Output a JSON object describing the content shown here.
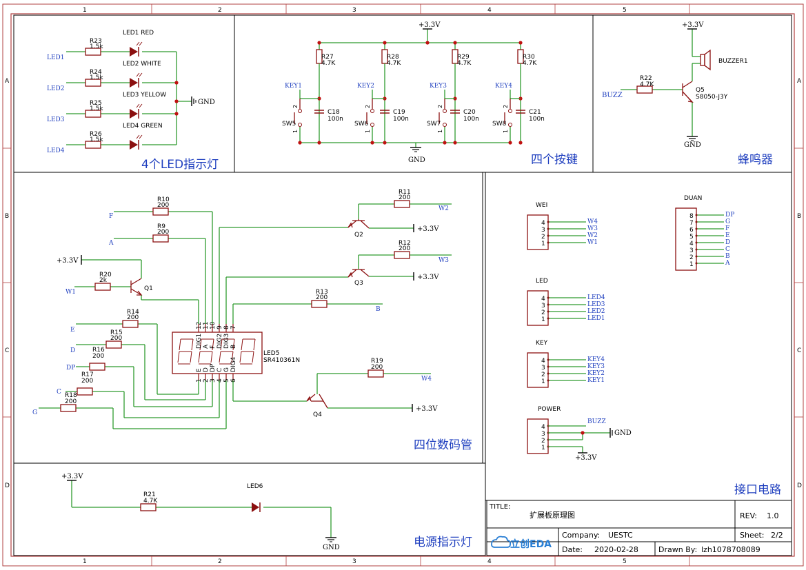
{
  "zones": {
    "cols": [
      "1",
      "2",
      "3",
      "4",
      "5"
    ],
    "rows": [
      "A",
      "B",
      "C",
      "D"
    ]
  },
  "sections": {
    "led": "4个LED指示灯",
    "keys": "四个按键",
    "buzzer": "蜂鸣器",
    "display": "四位数码管",
    "interface": "接口电路",
    "power": "电源指示灯"
  },
  "power": {
    "vcc": "+3.3V",
    "gnd": "GND"
  },
  "led_section": {
    "resistors": [
      {
        "name": "R23",
        "value": "1.5k",
        "net": "LED1",
        "led": "LED1 RED"
      },
      {
        "name": "R24",
        "value": "1.5k",
        "net": "LED2",
        "led": "LED2 WHITE"
      },
      {
        "name": "R25",
        "value": "1.5k",
        "net": "LED3",
        "led": "LED3 YELLOW"
      },
      {
        "name": "R26",
        "value": "1.5k",
        "net": "LED4",
        "led": "LED4  GREEN"
      }
    ]
  },
  "key_section": {
    "keys": [
      {
        "r": "R27",
        "rv": "4.7K",
        "net": "KEY1",
        "cap": "C18",
        "cv": "100n",
        "sw": "SW5"
      },
      {
        "r": "R28",
        "rv": "4.7K",
        "net": "KEY2",
        "cap": "C19",
        "cv": "100n",
        "sw": "SW6"
      },
      {
        "r": "R29",
        "rv": "4.7K",
        "net": "KEY3",
        "cap": "C20",
        "cv": "100n",
        "sw": "SW7"
      },
      {
        "r": "R30",
        "rv": "4.7K",
        "net": "KEY4",
        "cap": "C21",
        "cv": "100n",
        "sw": "SW8"
      }
    ]
  },
  "buzzer_section": {
    "buzzer": "BUZZER1",
    "r": "R22",
    "rv": "4.7K",
    "net": "BUZZ",
    "q": "Q5",
    "qpart": "S8050-J3Y"
  },
  "display_section": {
    "r10": {
      "name": "R10",
      "value": "200",
      "net": "F"
    },
    "r9": {
      "name": "R9",
      "value": "200",
      "net": "A"
    },
    "r20": {
      "name": "R20",
      "value": "2k",
      "net": "W1"
    },
    "q1": "Q1",
    "q2": "Q2",
    "q3": "Q3",
    "q4": "Q4",
    "r11": {
      "name": "R11",
      "value": "200",
      "net": "W2"
    },
    "r12": {
      "name": "R12",
      "value": "200",
      "net": "W3"
    },
    "r13": {
      "name": "R13",
      "value": "200",
      "net": "B"
    },
    "r14": {
      "name": "R14",
      "value": "200",
      "net": "E"
    },
    "r15": {
      "name": "R15",
      "value": "200",
      "net": "D"
    },
    "r16": {
      "name": "R16",
      "value": "200",
      "net": "DP"
    },
    "r17": {
      "name": "R17",
      "value": "200",
      "net": "C"
    },
    "r18": {
      "name": "R18",
      "value": "200",
      "net": "G"
    },
    "r19": {
      "name": "R19",
      "value": "200",
      "net": "W4"
    },
    "led5": "LED5",
    "led5part": "SR410361N",
    "top_pins": [
      "12",
      "11",
      "10",
      "9",
      "8",
      "7"
    ],
    "top_names": [
      "DIG1",
      "A",
      "F",
      "DIG2",
      "DIG3",
      "B"
    ],
    "bottom_pins": [
      "1",
      "2",
      "3",
      "4",
      "5",
      "6"
    ],
    "bottom_names": [
      "E",
      "D",
      "DP",
      "C",
      "G",
      "DIG4"
    ]
  },
  "interface_section": {
    "wei": {
      "title": "WEI",
      "pins": [
        "4",
        "3",
        "2",
        "1"
      ],
      "nets": [
        "W4",
        "W3",
        "W2",
        "W1"
      ]
    },
    "led": {
      "title": "LED",
      "pins": [
        "4",
        "3",
        "2",
        "1"
      ],
      "nets": [
        "LED4",
        "LED3",
        "LED2",
        "LED1"
      ]
    },
    "key": {
      "title": "KEY",
      "pins": [
        "4",
        "3",
        "2",
        "1"
      ],
      "nets": [
        "KEY4",
        "KEY3",
        "KEY2",
        "KEY1"
      ]
    },
    "pwr": {
      "title": "POWER",
      "pins": [
        "4",
        "3",
        "2",
        "1"
      ],
      "nets": [
        "BUZZ"
      ]
    },
    "duan": {
      "title": "DUAN",
      "pins": [
        "8",
        "7",
        "6",
        "5",
        "4",
        "3",
        "2",
        "1"
      ],
      "nets": [
        "DP",
        "G",
        "F",
        "E",
        "D",
        "C",
        "B",
        "A"
      ]
    }
  },
  "power_led": {
    "r": "R21",
    "rv": "4.7K",
    "led": "LED6"
  },
  "title_block": {
    "title_label": "TITLE:",
    "title": "扩展板原理图",
    "rev_label": "REV:",
    "rev": "1.0",
    "company_label": "Company:",
    "company": "UESTC",
    "sheet_label": "Sheet:",
    "sheet": "2/2",
    "date_label": "Date:",
    "date": "2020-02-28",
    "drawn_label": "Drawn By:",
    "drawn": "lzh1078708089",
    "logo": "立创EDA"
  }
}
